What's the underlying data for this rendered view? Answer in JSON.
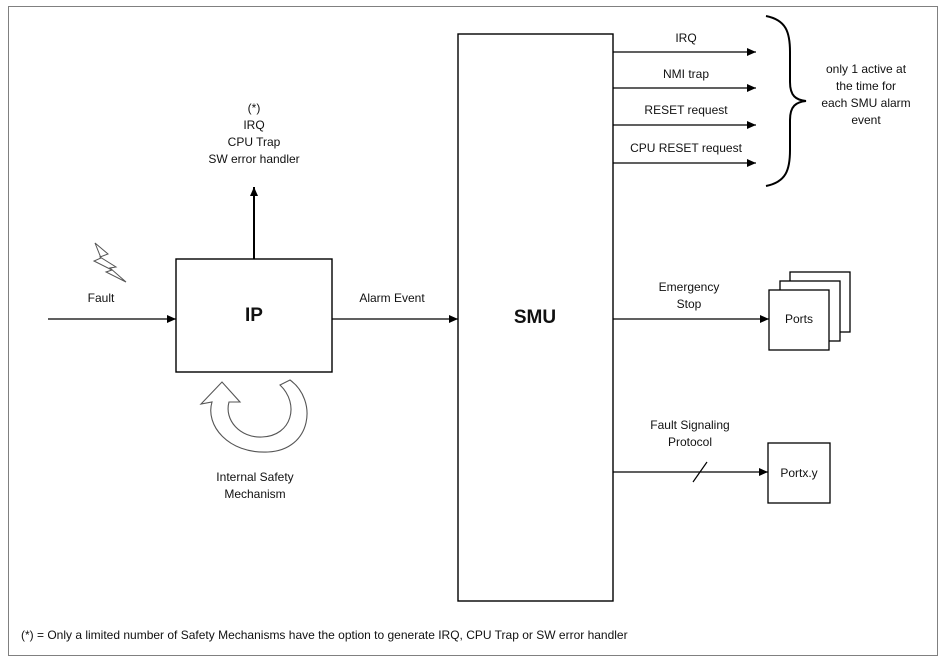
{
  "diagram": {
    "ip_block": "IP",
    "smu_block": "SMU",
    "fault_label": "Fault",
    "alarm_event_label": "Alarm Event",
    "ip_outputs": [
      "(*)",
      "IRQ",
      "CPU Trap",
      "SW error handler"
    ],
    "internal_safety": [
      "Internal Safety",
      "Mechanism"
    ],
    "smu_alarm_outputs": [
      "IRQ",
      "NMI trap",
      "RESET request",
      "CPU RESET request"
    ],
    "brace_note": [
      "only 1 active at",
      "the time for",
      "each SMU alarm",
      "event"
    ],
    "emergency_stop": [
      "Emergency",
      "Stop"
    ],
    "ports_label": "Ports",
    "fault_signaling": [
      "Fault Signaling",
      "Protocol"
    ],
    "portxy_label": "Portx.y",
    "footnote": "(*) = Only a limited number of Safety Mechanisms have the option to generate IRQ, CPU Trap or SW error handler"
  }
}
